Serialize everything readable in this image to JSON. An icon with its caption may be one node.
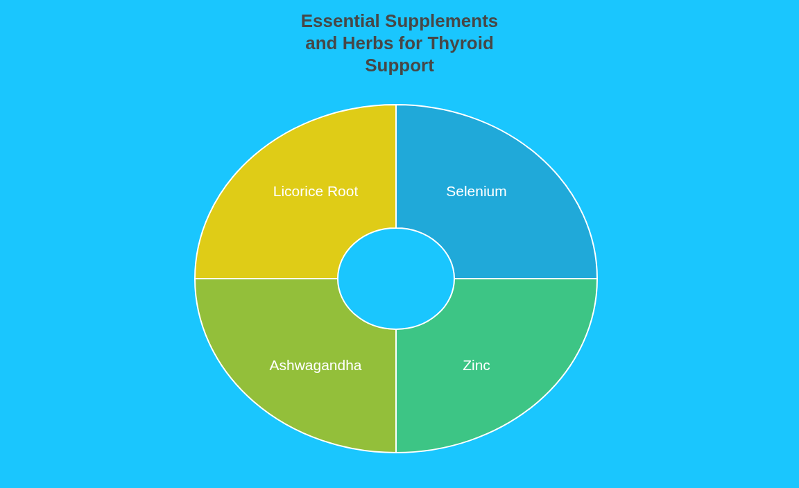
{
  "diagram": {
    "title": "Essential Supplements and Herbs for Thyroid Support",
    "nodes": [
      {
        "text": [
          "Licorice Root"
        ]
      },
      {
        "text": [
          "Selenium"
        ]
      },
      {
        "text": [
          "Ashwagandha"
        ]
      },
      {
        "text": [
          "Zinc"
        ]
      }
    ]
  }
}
